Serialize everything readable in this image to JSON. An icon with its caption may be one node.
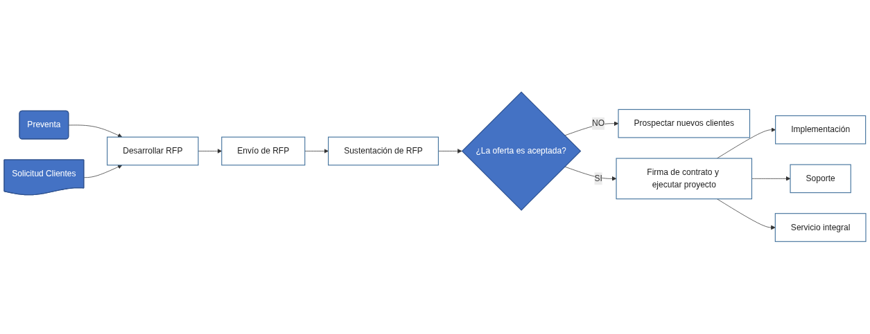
{
  "diagram": {
    "nodes": [
      {
        "text": [
          "Preventa"
        ]
      },
      {
        "text": [
          "Desarrollar RFP"
        ]
      },
      {
        "text": [
          "Envío de RFP"
        ]
      },
      {
        "text": [
          "Sustentación de RFP"
        ]
      },
      {
        "text": [
          "¿La oferta es aceptada?"
        ]
      },
      {
        "text": [
          "Prospectar nuevos clientes"
        ]
      },
      {
        "text": [
          "Solicitud Clientes"
        ]
      },
      {
        "text": [
          "Firma de contrato y ejecutar proyecto"
        ]
      },
      {
        "text": [
          "Implementación"
        ]
      },
      {
        "text": [
          "Soporte"
        ]
      },
      {
        "text": [
          "Servicio integral"
        ]
      }
    ],
    "edges": [
      {
        "from": 0,
        "to": 1,
        "arrow": "to"
      },
      {
        "from": 6,
        "to": 1,
        "arrow": "to"
      },
      {
        "from": 1,
        "to": 2,
        "arrow": "to"
      },
      {
        "from": 2,
        "to": 3,
        "arrow": "to"
      },
      {
        "from": 3,
        "to": 4,
        "arrow": "to"
      },
      {
        "from": 4,
        "to": 5,
        "label": "NO",
        "arrow": "to"
      },
      {
        "from": 4,
        "to": 7,
        "label": "SI",
        "arrow": "to"
      },
      {
        "from": 7,
        "to": 8,
        "arrow": "to"
      },
      {
        "from": 7,
        "to": 9,
        "arrow": "to"
      },
      {
        "from": 7,
        "to": 10,
        "arrow": "to"
      }
    ]
  }
}
